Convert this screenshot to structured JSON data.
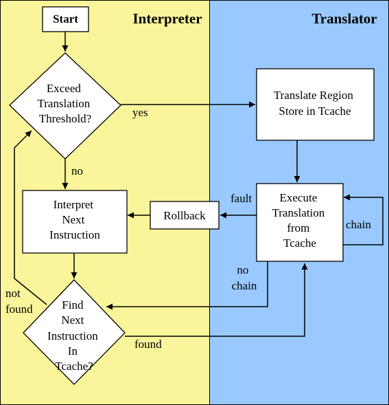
{
  "lanes": {
    "interpreter": {
      "title": "Interpreter",
      "color": "#FAF59A"
    },
    "translator": {
      "title": "Translator",
      "color": "#99C9FF"
    }
  },
  "nodes": {
    "start": "Start",
    "exceed_threshold": [
      "Exceed",
      "Translation",
      "Threshold?"
    ],
    "translate_region": [
      "Translate Region",
      "Store in Tcache"
    ],
    "interpret_next": [
      "Interpret",
      "Next",
      "Instruction"
    ],
    "rollback": "Rollback",
    "execute_translation": [
      "Execute",
      "Translation",
      "from",
      "Tcache"
    ],
    "find_next": [
      "Find",
      "Next",
      "Instruction",
      "In",
      "Tcache?"
    ]
  },
  "edge_labels": {
    "yes": "yes",
    "no": "no",
    "fault": "fault",
    "chain": "chain",
    "no_chain": [
      "no",
      "chain"
    ],
    "not_found": [
      "not",
      "found"
    ],
    "found": "found"
  }
}
